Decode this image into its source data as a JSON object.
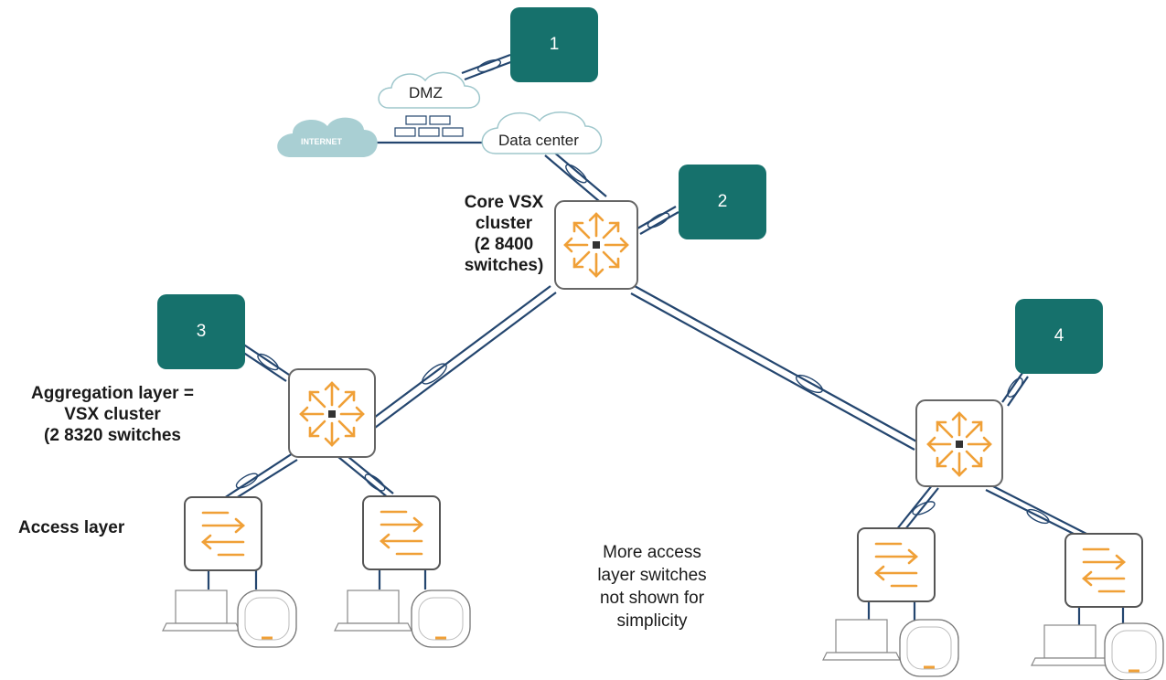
{
  "callouts": [
    "1",
    "2",
    "3",
    "4"
  ],
  "clouds": {
    "dmz": "DMZ",
    "internet": "INTERNET",
    "datacenter": "Data center"
  },
  "labels": {
    "core": [
      "Core VSX",
      "cluster",
      "(2 8400",
      "switches)"
    ],
    "aggregation": [
      "Aggregation layer =",
      "VSX cluster",
      "(2 8320 switches"
    ],
    "access": "Access layer",
    "note": [
      "More access",
      "layer switches",
      "not shown for",
      "simplicity"
    ]
  },
  "colors": {
    "callout": "#16716c",
    "link": "#24466f",
    "switch_arrow": "#f0a037",
    "cloud_internet": "#a9cfd3"
  }
}
